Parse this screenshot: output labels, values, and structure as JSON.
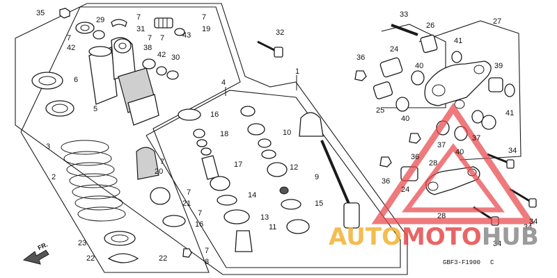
{
  "labels": [
    "35",
    "29",
    "7",
    "31",
    "7",
    "19",
    "43",
    "7",
    "42",
    "7",
    "38",
    "7",
    "42",
    "30",
    "32",
    "33",
    "26",
    "27",
    "41",
    "36",
    "24",
    "40",
    "39",
    "6",
    "1",
    "4",
    "16",
    "18",
    "25",
    "40",
    "41",
    "10",
    "5",
    "3",
    "37",
    "37",
    "40",
    "34",
    "7",
    "20",
    "17",
    "12",
    "36",
    "28",
    "9",
    "2",
    "7",
    "21",
    "14",
    "36",
    "24",
    "15",
    "7",
    "16",
    "13",
    "28",
    "34",
    "11",
    "23",
    "22",
    "22",
    "7",
    "8",
    "34",
    "34"
  ],
  "code": "GBF3-F1900",
  "code_suffix": "C",
  "direction": "FR.",
  "watermark": {
    "part1": "AUTO",
    "part2": "MOTO",
    "part3": "HUB",
    "color1": "#f2b233",
    "color2": "#e54b4b",
    "color3": "#8a8a8a"
  },
  "triangle_color": "#e8474c"
}
